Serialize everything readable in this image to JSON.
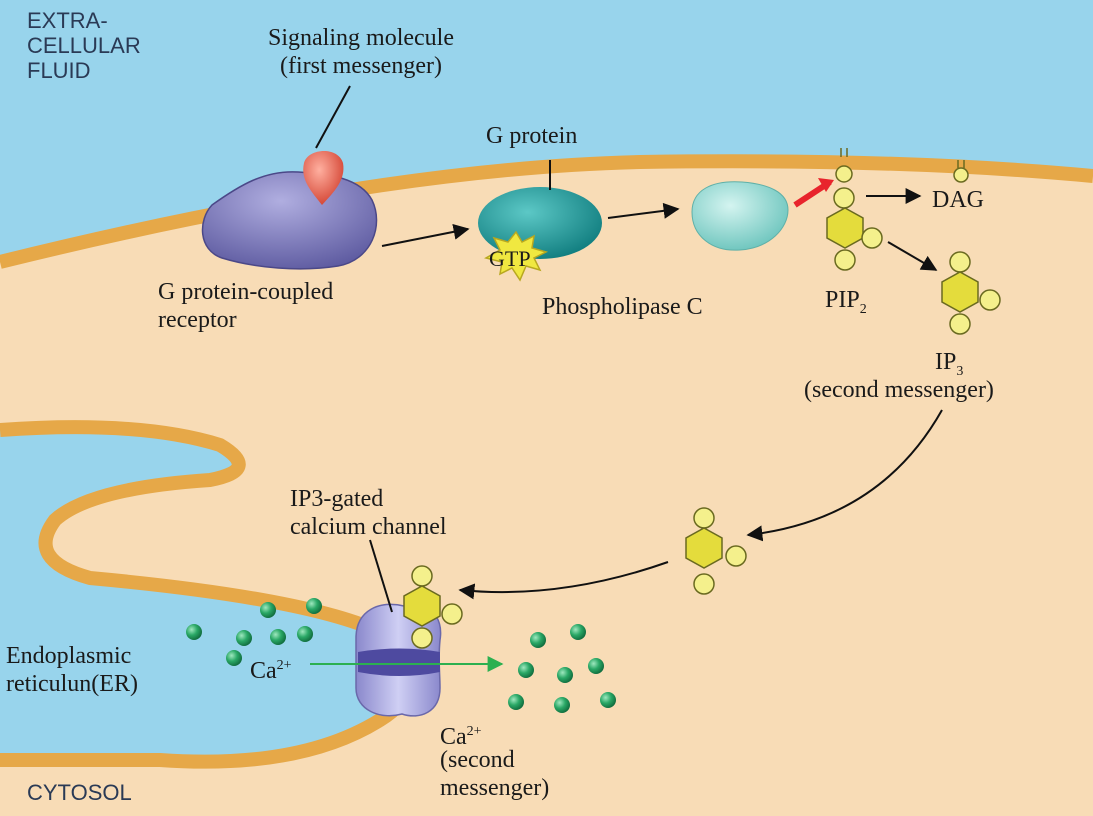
{
  "labels": {
    "extracellular": "EXTRA-\nCELLULAR\nFLUID",
    "signaling_molecule": "Signaling molecule\n(first messenger)",
    "g_protein": "G protein",
    "gtp": "GTP",
    "dag": "DAG",
    "gpcr": "G protein-coupled\nreceptor",
    "phospholipase": "Phospholipase C",
    "pip2_base": "PIP",
    "pip2_sub": "2",
    "ip3_base": "IP",
    "ip3_sub": "3",
    "ip3_desc": "(second messenger)",
    "channel": "IP3-gated\ncalcium channel",
    "er": "Endoplasmic\nreticulun(ER)",
    "ca_in_base": "Ca",
    "ca_in_sup": "2+",
    "ca_out_base": "Ca",
    "ca_out_sup": "2+",
    "ca_out_desc": "(second\nmessenger)",
    "cytosol": "CYTOSOL"
  },
  "colors": {
    "extracellular": "#98d4ec",
    "cytosol": "#f8dcb6",
    "membrane": "#e6a848",
    "receptor": "#7c78b8",
    "signal": "#e8584a",
    "g_protein": "#16999a",
    "phospholipase": "#8fd8d0",
    "gtp_star": "#f0e840",
    "hexagon": "#e4dc3c",
    "ring": "#f4f08c",
    "calcium": "#2aa866",
    "channel": "#a8a8e0",
    "activation_arrow": "#e8242c",
    "flow_arrow": "#2cb050"
  }
}
